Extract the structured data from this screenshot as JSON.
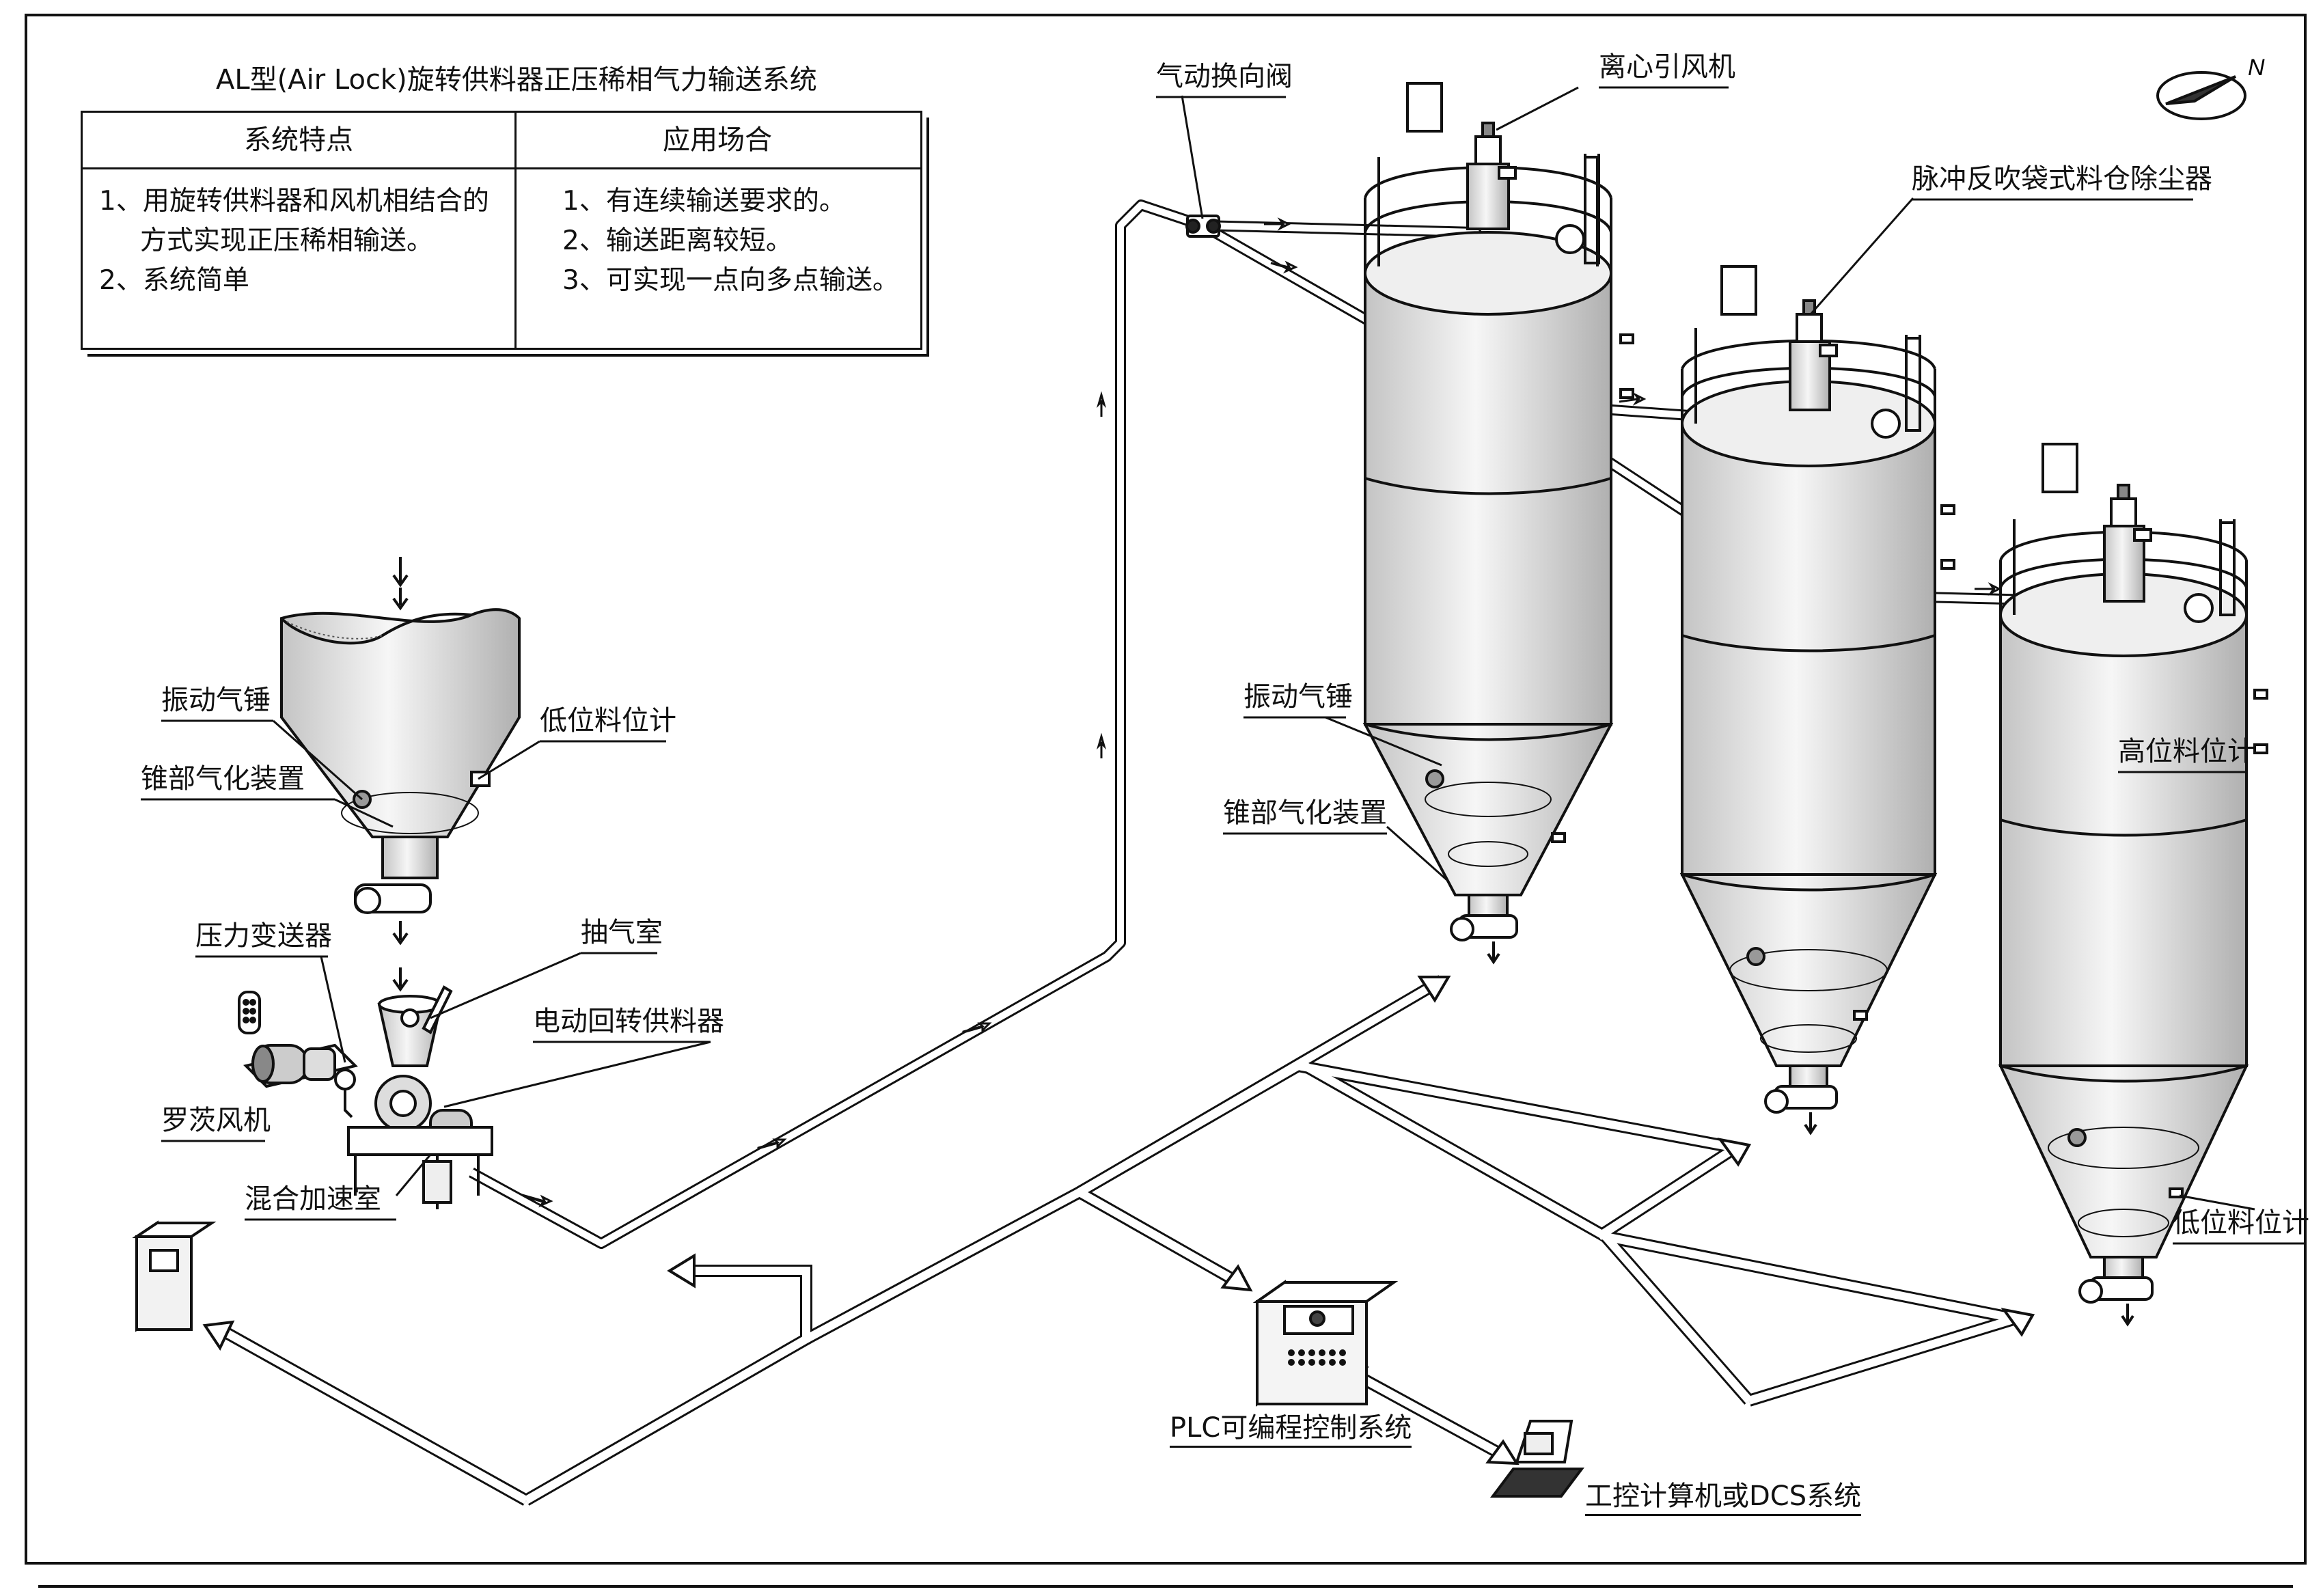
{
  "title": "AL型(Air Lock)旋转供料器正压稀相气力输送系统",
  "table": {
    "features_header": "系统特点",
    "applications_header": "应用场合",
    "features": [
      {
        "text": "1、用旋转供料器和风机相结合的",
        "cont": false
      },
      {
        "text": "方式实现正压稀相输送。",
        "cont": true
      },
      {
        "text": "2、系统简单",
        "cont": false
      }
    ],
    "applications": [
      "1、有连续输送要求的。",
      "2、输送距离较短。",
      "3、可实现一点向多点输送。"
    ]
  },
  "labels": {
    "hammer_left": "振动气锤",
    "cone_aerator_left": "锥部气化装置",
    "low_level_left": "低位料位计",
    "pressure_transmitter": "压力变送器",
    "suction_chamber": "抽气室",
    "rotary_feeder": "电动回转供料器",
    "roots_blower": "罗茨风机",
    "mixing_chamber": "混合加速室",
    "diverter_valve": "气动换向阀",
    "centrifugal_fan": "离心引风机",
    "pulse_dust_collector": "脉冲反吹袋式料仓除尘器",
    "hammer_right": "振动气锤",
    "cone_aerator_right": "锥部气化装置",
    "high_level": "高位料位计",
    "low_level_right": "低位料位计",
    "plc": "PLC可编程控制系统",
    "ipc": "工控计算机或DCS系统"
  },
  "compass": "N",
  "colors": {
    "line": "#111111",
    "silo_fill": "#e9e9e9",
    "silo_shade": "#b9b9b9"
  }
}
